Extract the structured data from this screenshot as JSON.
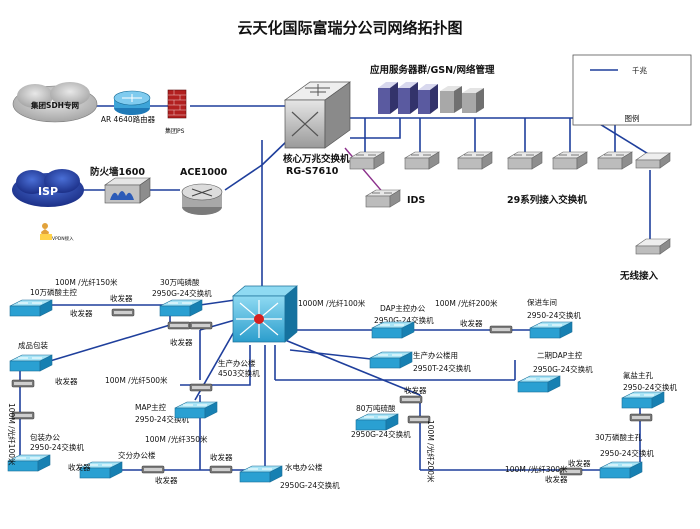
{
  "title": "云天化国际富瑞分公司网络拓扑图",
  "legend": {
    "line_label": "千兆",
    "caption": "图例"
  },
  "cloud_sdh": "集团SDH专网",
  "router_label": "AR 4640路由器",
  "firewall_ps_label": "集团PS",
  "server_group_label": "应用服务器群/GSN/网络管理",
  "core_label_1": "核心万兆交换机",
  "core_label_2": "RG-S7610",
  "isp_cloud": "ISP",
  "firewall_label": "防火墙1600",
  "ace_label": "ACE1000",
  "vpdn_label": "VPDN接入",
  "ids_label": "IDS",
  "series29_label": "29系列接入交换机",
  "wireless_label": "无线接入",
  "nodes": {
    "n1": "10万磷酸主控",
    "n2": "30万吨磷酸",
    "n3": "2950G-24交换机",
    "n4": "成品包装",
    "n5": "包装办公",
    "n6": "2950-24交换机",
    "n7": "MAP主控",
    "n8": "2950-24交换机",
    "n9": "生产办公楼",
    "n10": "4503交换机",
    "n11": "交分办公楼",
    "n12": "水电办公楼",
    "n13": "2950G-24交换机",
    "n14": "DAP主控办公",
    "n15": "2950G-24交换机",
    "n16": "生产办公楼用",
    "n17": "2950T-24交换机",
    "n18": "保进车间",
    "n19": "2950-24交换机",
    "n20": "二期DAP主控",
    "n21": "2950G-24交换机",
    "n22": "80万吨硫酸",
    "n23": "2950G-24交换机",
    "n24": "氟盐主孔",
    "n25": "2950-24交换机",
    "n26": "30万磷酸主孔",
    "n27": "2950-24交换机"
  },
  "links": {
    "l1": "100M /光纤150米",
    "l2": "100M /光纤500米",
    "l3": "100M /光纤100米",
    "l4": "100M /光纤350米",
    "l5": "1000M /光纤100米",
    "l6": "100M /光纤200米",
    "l7": "100M /光纤200米",
    "l8": "100M /光纤300米"
  },
  "transceiver": "收发器",
  "colors": {
    "line": "#1f3f9c",
    "switch_top": "#6fcbe8",
    "switch_side": "#1b86b8",
    "purple_link": "#8b2f8b"
  }
}
